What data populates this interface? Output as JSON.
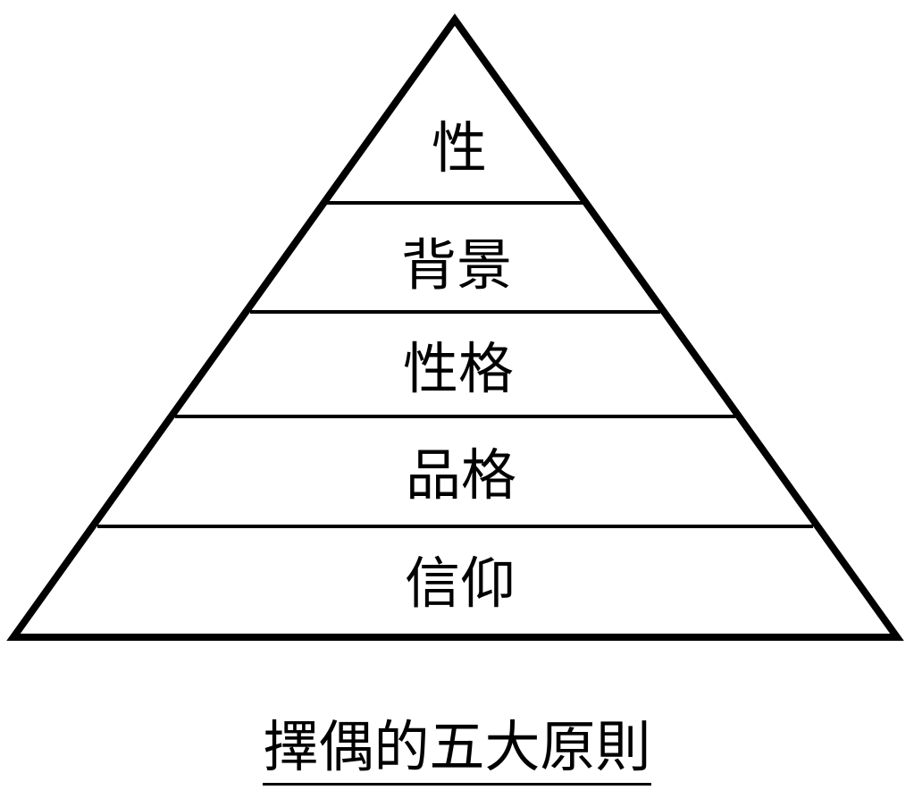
{
  "diagram": {
    "tiers": [
      {
        "label": "性"
      },
      {
        "label": "背景"
      },
      {
        "label": "性格"
      },
      {
        "label": "品格"
      },
      {
        "label": "信仰"
      }
    ]
  },
  "caption": {
    "text": "擇偶的五大原則"
  },
  "colors": {
    "stroke": "#000000",
    "background": "#ffffff"
  }
}
